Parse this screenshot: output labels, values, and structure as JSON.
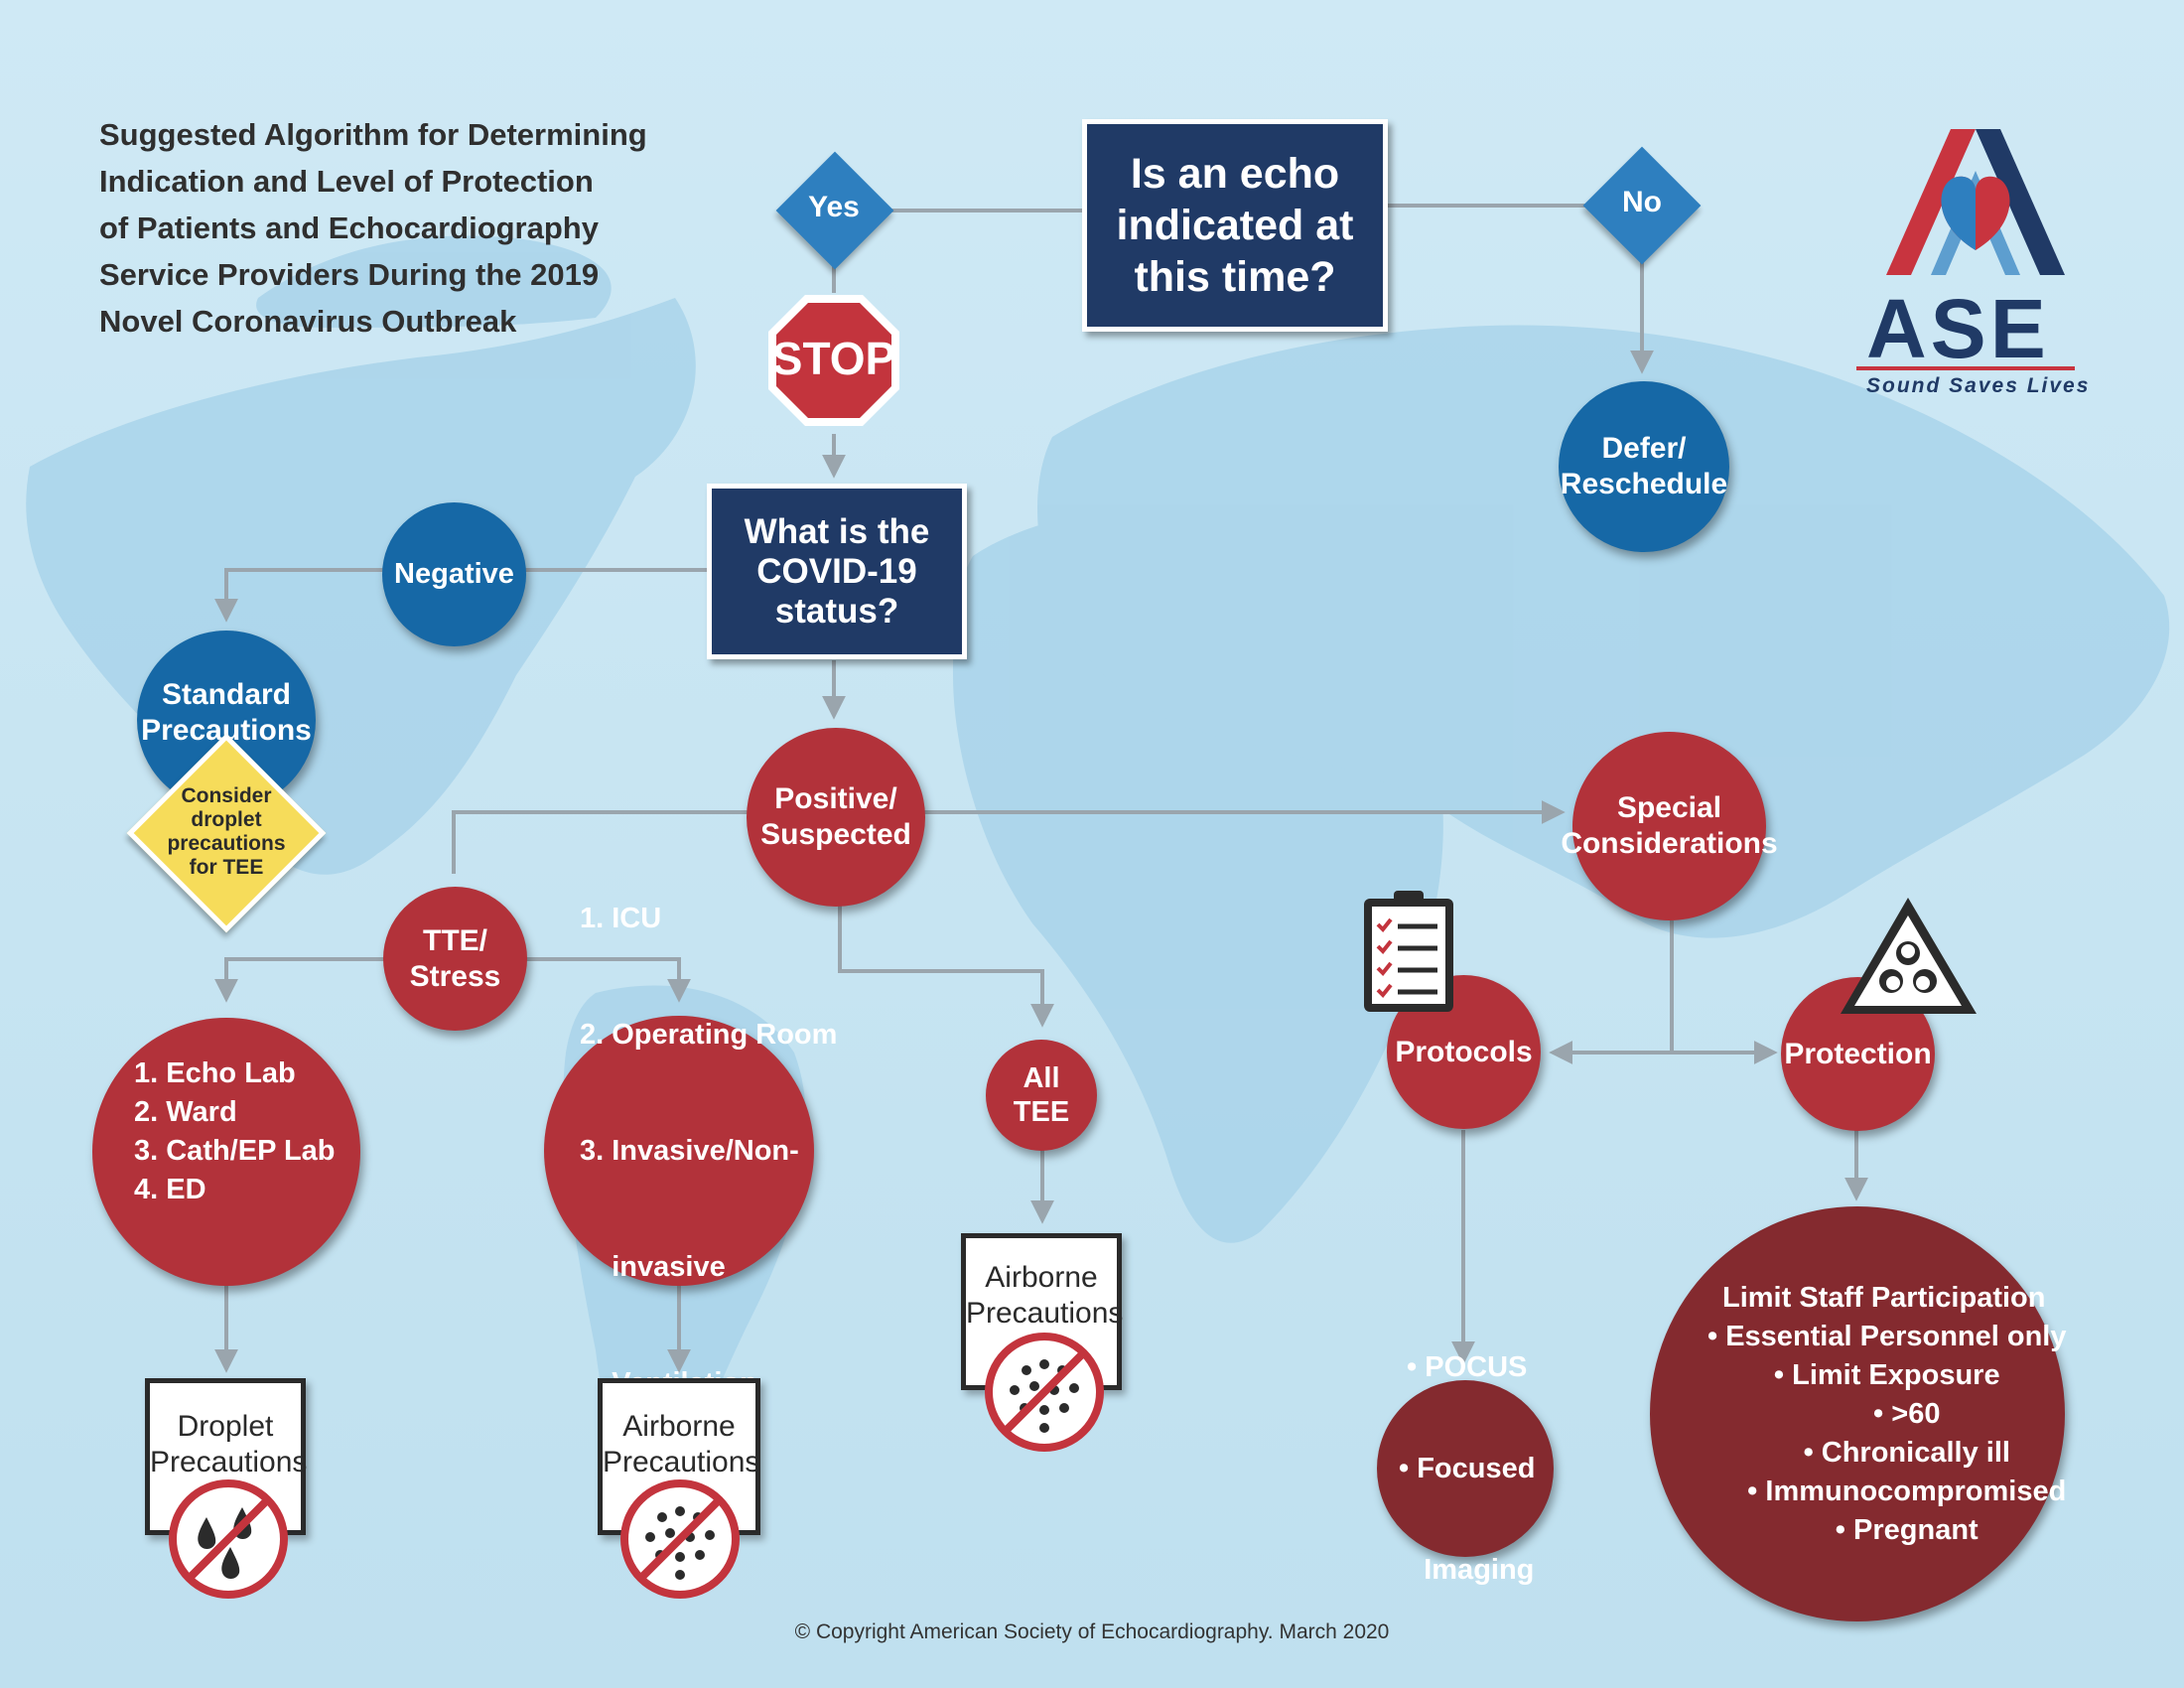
{
  "title": {
    "lines": [
      "Suggested Algorithm for Determining",
      "Indication and Level of Protection",
      "of Patients and Echocardiography",
      "Service Providers During the 2019",
      "Novel Coronavirus Outbreak"
    ]
  },
  "logo": {
    "name": "ASE",
    "tagline": "Sound Saves Lives"
  },
  "question1": {
    "lines": [
      "Is an echo",
      "indicated at",
      "this time?"
    ]
  },
  "answer_yes": "Yes",
  "answer_no": "No",
  "stop_sign": "STOP",
  "defer": {
    "lines": [
      "Defer/",
      "Reschedule"
    ]
  },
  "question2": {
    "lines": [
      "What is the",
      "COVID-19",
      "status?"
    ]
  },
  "negative": "Negative",
  "standard": {
    "lines": [
      "Standard",
      "Precautions"
    ]
  },
  "consider": {
    "lines": [
      "Consider",
      "droplet",
      "precautions",
      "for TEE"
    ]
  },
  "positive": {
    "lines": [
      "Positive/",
      "Suspected"
    ]
  },
  "special": {
    "lines": [
      "Special",
      "Considerations"
    ]
  },
  "tte": {
    "lines": [
      "TTE/",
      "Stress"
    ]
  },
  "all_tee": {
    "lines": [
      "All",
      "TEE"
    ]
  },
  "protocols": "Protocols",
  "protection": "Protection",
  "locations_a": {
    "lines": [
      "1. Echo Lab",
      "2. Ward",
      "3. Cath/EP Lab",
      "4. ED"
    ]
  },
  "locations_b": {
    "lines": [
      "1. ICU",
      "2. Operating Room",
      "3. Invasive/Non-",
      "    invasive",
      "    Ventilation"
    ]
  },
  "pocus": {
    "lines": [
      "• POCUS",
      "• Focused",
      "   Imaging"
    ]
  },
  "limit": {
    "heading": "Limit Staff Participation",
    "lines": [
      "• Essential Personnel only",
      "• Limit Exposure",
      "• >60",
      "• Chronically ill",
      "• Immunocompromised",
      "• Pregnant"
    ]
  },
  "card_droplet": {
    "lines": [
      "Droplet",
      "Precautions"
    ]
  },
  "card_airborne_a": {
    "lines": [
      "Airborne",
      "Precautions"
    ]
  },
  "card_airborne_b": {
    "lines": [
      "Airborne",
      "Precautions"
    ]
  },
  "copyright": "© Copyright American Society of Echocardiography. March 2020",
  "colors": {
    "navy": "#203a66",
    "blue_node": "#1668a6",
    "diamond": "#2e7fbf",
    "red_node": "#b2323a",
    "dark_red_node": "#842a2f",
    "yellow": "#f6dc5a",
    "connector": "#9aa5ad",
    "background": "#c9e6f3"
  }
}
